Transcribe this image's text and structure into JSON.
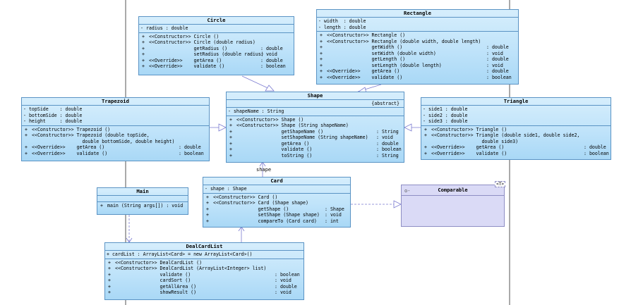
{
  "classes": {
    "circle": {
      "name": "Circle",
      "attributes": [
        "- radius : double"
      ],
      "methods": [
        {
          "vis": "+",
          "text": "<<Constructor>> Circle ()",
          "type": ""
        },
        {
          "vis": "+",
          "text": "<<Constructor>> Circle (double radius)",
          "type": ""
        },
        {
          "vis": "+",
          "text": "                getRadius ()",
          "type": ": double"
        },
        {
          "vis": "+",
          "text": "                setRadius (double radius)",
          "type": ": void"
        },
        {
          "vis": "+",
          "text": "<<Override>>    getArea ()",
          "type": ": double"
        },
        {
          "vis": "+",
          "text": "<<Override>>    validate ()",
          "type": ": boolean"
        }
      ]
    },
    "rectangle": {
      "name": "Rectangle",
      "attributes": [
        "- width  : double",
        "- length : double"
      ],
      "methods": [
        {
          "vis": "+",
          "text": "<<Constructor>> Rectangle ()",
          "type": ""
        },
        {
          "vis": "+",
          "text": "<<Constructor>> Rectangle (double width, double length)",
          "type": ""
        },
        {
          "vis": "+",
          "text": "                getWidth ()",
          "type": ": double"
        },
        {
          "vis": "+",
          "text": "                setWidth (double width)",
          "type": ": void"
        },
        {
          "vis": "+",
          "text": "                getLength ()",
          "type": ": double"
        },
        {
          "vis": "+",
          "text": "                setLength (double length)",
          "type": ": void"
        },
        {
          "vis": "+",
          "text": "<<Override>>    getArea ()",
          "type": ": double"
        },
        {
          "vis": "+",
          "text": "<<Override>>    validate ()",
          "type": ": boolean"
        }
      ]
    },
    "trapezoid": {
      "name": "Trapezoid",
      "attributes": [
        "- topSide    : double",
        "- bottomSide : double",
        "- height     : double"
      ],
      "methods": [
        {
          "vis": "+",
          "text": "<<Constructor>> Trapezoid ()",
          "type": ""
        },
        {
          "vis": "+",
          "text": "<<Constructor>> Trapezoid (double topSide,",
          "type": ""
        },
        {
          "vis": "",
          "text": "                  double bottomSide, double height)",
          "type": ""
        },
        {
          "vis": "+",
          "text": "<<Override>>    getArea ()",
          "type": ": double"
        },
        {
          "vis": "+",
          "text": "<<Override>>    validate ()",
          "type": ": boolean"
        }
      ]
    },
    "shape": {
      "name": "Shape",
      "stereotype": "{abstract}",
      "attributes": [
        "- shapeName : String"
      ],
      "methods": [
        {
          "vis": "+",
          "text": "<<Constructor>> Shape ()",
          "type": ""
        },
        {
          "vis": "+",
          "text": "<<Constructor>> Shape (String shapeName)",
          "type": ""
        },
        {
          "vis": "+",
          "text": "                getShapeName ()",
          "type": ": String"
        },
        {
          "vis": "+",
          "text": "                setShapeName (String shapeName)",
          "type": ": void"
        },
        {
          "vis": "+",
          "text": "                getArea ()",
          "type": ": double"
        },
        {
          "vis": "+",
          "text": "                validate ()",
          "type": ": boolean"
        },
        {
          "vis": "+",
          "text": "                toString ()",
          "type": ": String"
        }
      ]
    },
    "triangle": {
      "name": "Triangle",
      "attributes": [
        "- side1 : double",
        "- side2 : double",
        "- side3 : double"
      ],
      "methods": [
        {
          "vis": "+",
          "text": "<<Constructor>> Triangle ()",
          "type": ""
        },
        {
          "vis": "+",
          "text": "<<Constructor>> Triangle (double side1, double side2,",
          "type": ""
        },
        {
          "vis": "",
          "text": "                  double side3)",
          "type": ""
        },
        {
          "vis": "+",
          "text": "<<Override>>    getArea ()",
          "type": ": double"
        },
        {
          "vis": "+",
          "text": "<<Override>>    validate ()",
          "type": ": boolean"
        }
      ]
    },
    "card": {
      "name": "Card",
      "attributes": [
        "- shape : Shape"
      ],
      "methods": [
        {
          "vis": "+",
          "text": "<<Constructor>> Card ()",
          "type": ""
        },
        {
          "vis": "+",
          "text": "<<Constructor>> Card (Shape shape)",
          "type": ""
        },
        {
          "vis": "+",
          "text": "                getShape ()",
          "type": ": Shape"
        },
        {
          "vis": "+",
          "text": "                setShape (Shape shape)",
          "type": ": void"
        },
        {
          "vis": "+",
          "text": "                compareTo (Card card)",
          "type": ": int"
        }
      ]
    },
    "main": {
      "name": "Main",
      "attributes": [],
      "methods": [
        {
          "vis": "+",
          "text": "main (String args[]) : void",
          "type": ""
        }
      ]
    },
    "dealcardlist": {
      "name": "DealCardList",
      "attributes": [
        "+ cardList : ArrayList<Card> = new ArrayList<Card>()"
      ],
      "methods": [
        {
          "vis": "+",
          "text": "<<Constructor>> DealCardList ()",
          "type": ""
        },
        {
          "vis": "+",
          "text": "<<Constructor>> DealCardList (ArrayList<Integer> list)",
          "type": ""
        },
        {
          "vis": "+",
          "text": "                validate ()",
          "type": ": boolean"
        },
        {
          "vis": "+",
          "text": "                cardSort ()",
          "type": ": void"
        },
        {
          "vis": "+",
          "text": "                getAllArea ()",
          "type": ": double"
        },
        {
          "vis": "+",
          "text": "                showResult ()",
          "type": ": void"
        }
      ]
    }
  },
  "comparable": {
    "name": "Comparable",
    "template": "<T>",
    "lollipop": "o-"
  },
  "association_label": "shape",
  "colors": {
    "class_border": "#5a93c4",
    "class_fill": "#bfe3fa",
    "interface_fill": "#dadaf6",
    "edge": "#7a7ad0",
    "lifeline": "#555555"
  }
}
